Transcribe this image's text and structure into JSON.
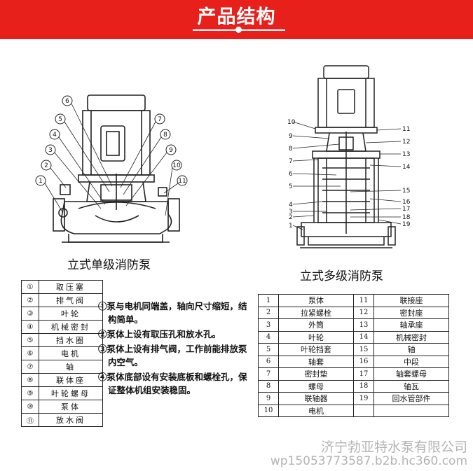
{
  "header": {
    "title": "产品结构"
  },
  "single_stage": {
    "caption": "立式单级消防泵",
    "callouts": [
      "1",
      "2",
      "3",
      "4",
      "5",
      "6",
      "7",
      "8",
      "9",
      "10",
      "11"
    ],
    "legend": [
      {
        "num": "①",
        "name": "取压塞"
      },
      {
        "num": "②",
        "name": "排气阀"
      },
      {
        "num": "③",
        "name": "叶轮"
      },
      {
        "num": "④",
        "name": "机械密封"
      },
      {
        "num": "⑤",
        "name": "挡水圈"
      },
      {
        "num": "⑥",
        "name": "电机"
      },
      {
        "num": "⑦",
        "name": "轴"
      },
      {
        "num": "⑧",
        "name": "联体座"
      },
      {
        "num": "⑨",
        "name": "叶轮螺母"
      },
      {
        "num": "⑩",
        "name": "泵体"
      },
      {
        "num": "⑪",
        "name": "放水阀"
      }
    ],
    "notes": [
      "①泵与电机同端盖，轴向尺寸缩短，结构简单。",
      "②泵体上设有取压孔和放水孔。",
      "③泵体上设有排气阀，工作前能排放泵内空气。",
      "④泵体底部设有安装底板和螺栓孔，保证整体机组安装稳固。"
    ]
  },
  "multi_stage": {
    "caption": "立式多级消防泵",
    "callouts_left": [
      "10",
      "9",
      "8",
      "7",
      "6",
      "5",
      "4",
      "3",
      "2",
      "1"
    ],
    "callouts_right": [
      "11",
      "12",
      "13",
      "14",
      "15",
      "16",
      "17",
      "18",
      "19"
    ],
    "legend": [
      {
        "num": "1",
        "name": "泵体",
        "num2": "11",
        "name2": "联接座"
      },
      {
        "num": "2",
        "name": "拉紧螺栓",
        "num2": "12",
        "name2": "密封座"
      },
      {
        "num": "3",
        "name": "外筒",
        "num2": "13",
        "name2": "轴承座"
      },
      {
        "num": "4",
        "name": "叶轮",
        "num2": "14",
        "name2": "机械密封"
      },
      {
        "num": "5",
        "name": "叶轮挡套",
        "num2": "15",
        "name2": "轴"
      },
      {
        "num": "6",
        "name": "轴套",
        "num2": "16",
        "name2": "中段"
      },
      {
        "num": "7",
        "name": "密封垫",
        "num2": "17",
        "name2": "轴套螺母"
      },
      {
        "num": "8",
        "name": "螺母",
        "num2": "18",
        "name2": "轴瓦"
      },
      {
        "num": "9",
        "name": "联轴器",
        "num2": "19",
        "name2": "回水管部件"
      },
      {
        "num": "10",
        "name": "电机",
        "num2": "",
        "name2": ""
      }
    ]
  },
  "footer": {
    "company": "济宁勃亚特水泵有限公司",
    "watermark": "wp15053773587.b2b.hc360.com"
  },
  "colors": {
    "banner": "#e8201c",
    "line": "#222222",
    "watermark": "#b4b4b4"
  }
}
